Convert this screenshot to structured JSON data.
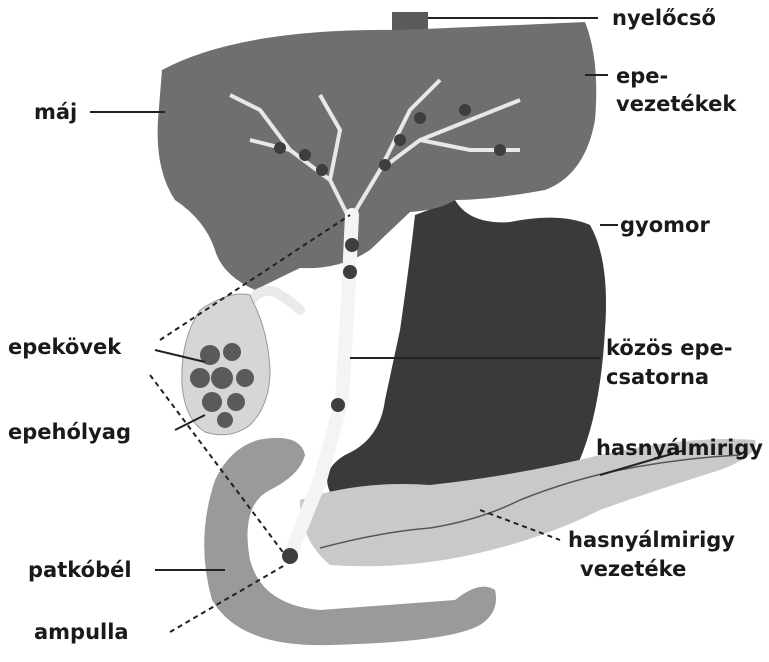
{
  "labels": {
    "esophagus": "nyelőcső",
    "bile_ducts_1": "epe-",
    "bile_ducts_2": "vezetékek",
    "liver": "máj",
    "stomach": "gyomor",
    "gallstones": "epekövek",
    "common_duct_1": "közös epe-",
    "common_duct_2": "csatorna",
    "gallbladder": "epehólyag",
    "pancreas": "hasnyálmirigy",
    "pancreatic_duct_1": "hasnyálmirigy",
    "pancreatic_duct_2": "vezetéke",
    "duodenum": "patkóbél",
    "ampulla": "ampulla"
  },
  "colors": {
    "liver": "#6f6f6f",
    "stomach": "#3a3a3a",
    "duodenum": "#9a9a9a",
    "pancreas": "#c9c9c9",
    "gallbladder": "#d6d6d6",
    "duct": "#f4f4f4",
    "stones": "#5a5a5a",
    "text": "#1a1a1a"
  }
}
